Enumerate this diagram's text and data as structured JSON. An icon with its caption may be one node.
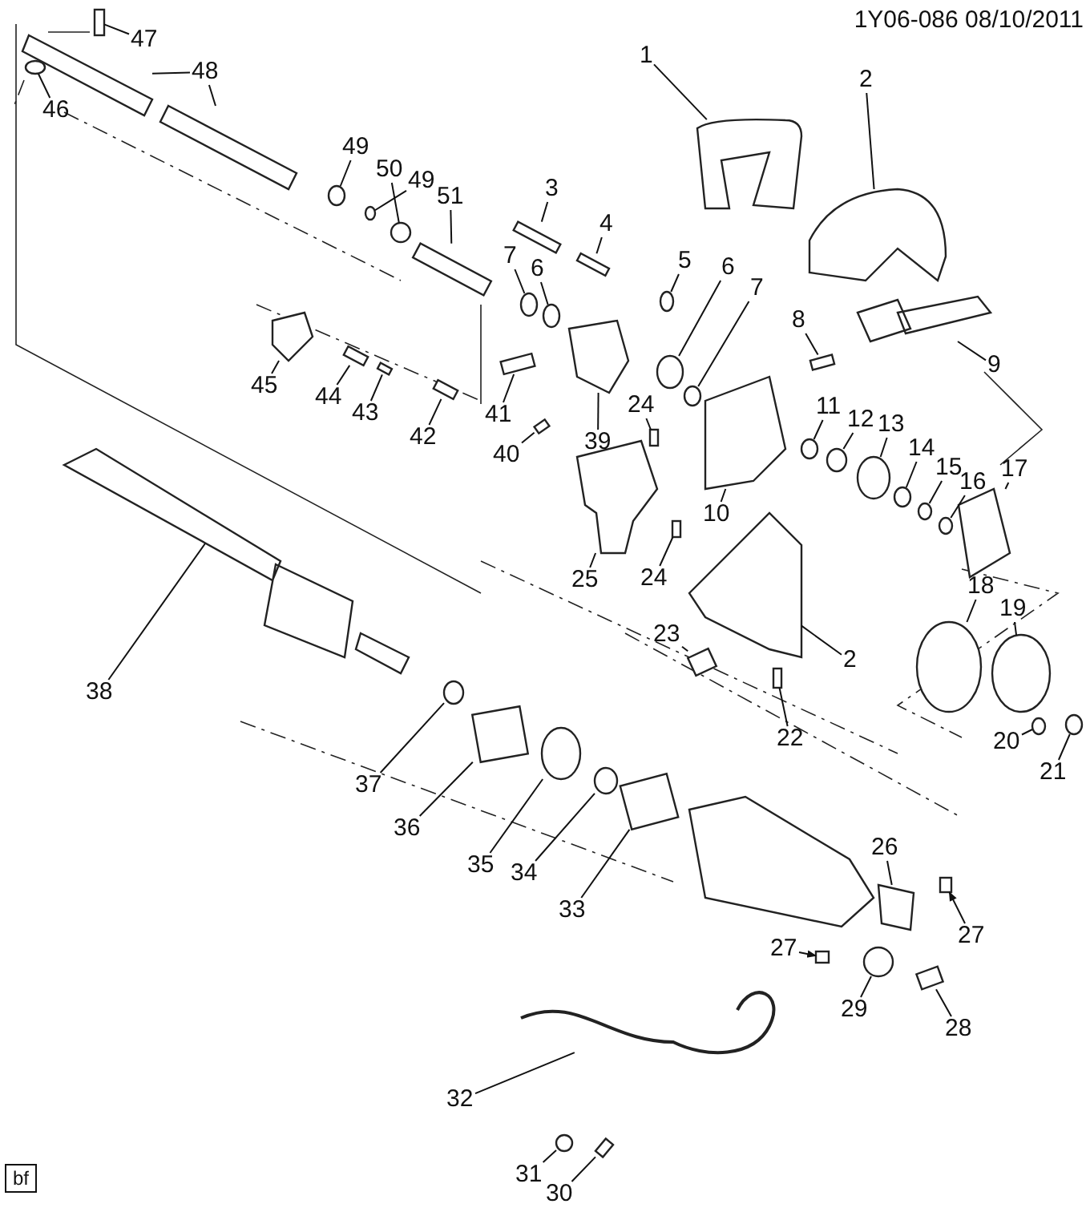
{
  "diagram": {
    "nodes": [
      {
        "text": [
          "1"
        ]
      },
      {
        "text": [
          "2"
        ]
      },
      {
        "text": [
          "3"
        ]
      },
      {
        "text": [
          "4"
        ]
      },
      {
        "text": [
          "5"
        ]
      },
      {
        "text": [
          "6"
        ]
      },
      {
        "text": [
          "7"
        ]
      },
      {
        "text": [
          "8"
        ]
      },
      {
        "text": [
          "9"
        ]
      },
      {
        "text": [
          "10"
        ]
      },
      {
        "text": [
          "11"
        ]
      },
      {
        "text": [
          "12"
        ]
      },
      {
        "text": [
          "13"
        ]
      },
      {
        "text": [
          "14"
        ]
      },
      {
        "text": [
          "15"
        ]
      },
      {
        "text": [
          "16"
        ]
      },
      {
        "text": [
          "17"
        ]
      },
      {
        "text": [
          "18"
        ]
      },
      {
        "text": [
          "19"
        ]
      },
      {
        "text": [
          "20"
        ]
      },
      {
        "text": [
          "21"
        ]
      },
      {
        "text": [
          "22"
        ]
      },
      {
        "text": [
          "23"
        ]
      },
      {
        "text": [
          "24"
        ]
      },
      {
        "text": [
          "24"
        ]
      },
      {
        "text": [
          "25"
        ]
      },
      {
        "text": [
          "26"
        ]
      },
      {
        "text": [
          "27"
        ]
      },
      {
        "text": [
          "27"
        ]
      },
      {
        "text": [
          "28"
        ]
      },
      {
        "text": [
          "29"
        ]
      },
      {
        "text": [
          "30"
        ]
      },
      {
        "text": [
          "31"
        ]
      },
      {
        "text": [
          "32"
        ]
      },
      {
        "text": [
          "33"
        ]
      },
      {
        "text": [
          "34"
        ]
      },
      {
        "text": [
          "35"
        ]
      },
      {
        "text": [
          "36"
        ]
      },
      {
        "text": [
          "37"
        ]
      },
      {
        "text": [
          "38"
        ]
      },
      {
        "text": [
          "39"
        ]
      },
      {
        "text": [
          "40"
        ]
      },
      {
        "text": [
          "41"
        ]
      },
      {
        "text": [
          "42"
        ]
      },
      {
        "text": [
          "43"
        ]
      },
      {
        "text": [
          "44"
        ]
      },
      {
        "text": [
          "45"
        ]
      },
      {
        "text": [
          "46"
        ]
      },
      {
        "text": [
          "47"
        ]
      },
      {
        "text": [
          "48"
        ]
      },
      {
        "text": [
          "49"
        ]
      },
      {
        "text": [
          "49"
        ]
      },
      {
        "text": [
          "50"
        ]
      },
      {
        "text": [
          "51"
        ]
      },
      {
        "text": [
          "7"
        ]
      },
      {
        "text": [
          "6"
        ]
      },
      {
        "text": [
          "2"
        ]
      },
      {
        "text": [],
        "shape": "picture"
      },
      {
        "text": [],
        "shape": "picture"
      },
      {
        "text": [],
        "shape": "box"
      },
      {
        "text": [],
        "shape": "box"
      },
      {
        "text": [],
        "shape": "circle"
      },
      {
        "text": [],
        "shape": "circle"
      },
      {
        "text": [],
        "shape": "circle"
      },
      {
        "text": [],
        "shape": "box"
      },
      {
        "text": [],
        "shape": "picture"
      },
      {
        "text": [],
        "shape": "picture"
      },
      {
        "text": [],
        "shape": "circle"
      },
      {
        "text": [],
        "shape": "circle"
      },
      {
        "text": [],
        "shape": "circle"
      },
      {
        "text": [],
        "shape": "circle"
      },
      {
        "text": [],
        "shape": "circle"
      },
      {
        "text": [],
        "shape": "circle"
      },
      {
        "text": [],
        "shape": "picture"
      },
      {
        "text": [],
        "shape": "circle"
      },
      {
        "text": [],
        "shape": "circle"
      },
      {
        "text": [],
        "shape": "circle"
      },
      {
        "text": [],
        "shape": "circle"
      },
      {
        "text": [],
        "shape": "box"
      },
      {
        "text": [],
        "shape": "box"
      },
      {
        "text": [],
        "shape": "box"
      },
      {
        "text": [],
        "shape": "box"
      },
      {
        "text": [],
        "shape": "picture"
      },
      {
        "text": [],
        "shape": "picture"
      },
      {
        "text": [],
        "shape": "box"
      },
      {
        "text": [],
        "shape": "box"
      },
      {
        "text": [],
        "shape": "box"
      },
      {
        "text": [],
        "shape": "circle"
      },
      {
        "text": [],
        "shape": "box"
      },
      {
        "text": [],
        "shape": "circle"
      },
      {
        "text": [],
        "shape": "picture"
      },
      {
        "text": [],
        "shape": "box"
      },
      {
        "text": [],
        "shape": "circle"
      },
      {
        "text": [],
        "shape": "circle"
      },
      {
        "text": [],
        "shape": "box"
      },
      {
        "text": [],
        "shape": "circle"
      },
      {
        "text": [],
        "shape": "picture"
      },
      {
        "text": [],
        "shape": "picture"
      },
      {
        "text": [],
        "shape": "box"
      },
      {
        "text": [],
        "shape": "box"
      },
      {
        "text": [],
        "shape": "box"
      },
      {
        "text": [],
        "shape": "box"
      },
      {
        "text": [],
        "shape": "box"
      },
      {
        "text": [],
        "shape": "picture"
      },
      {
        "text": [],
        "shape": "circle"
      },
      {
        "text": [],
        "shape": "box"
      },
      {
        "text": [],
        "shape": "picture"
      },
      {
        "text": [],
        "shape": "picture"
      },
      {
        "text": [],
        "shape": "circle"
      },
      {
        "text": [],
        "shape": "circle"
      },
      {
        "text": [],
        "shape": "circle"
      },
      {
        "text": [],
        "shape": "box"
      },
      {
        "text": [],
        "shape": "circle"
      },
      {
        "text": [],
        "shape": "circle"
      },
      {
        "text": [],
        "shape": "picture"
      }
    ],
    "edges": [
      {
        "from": 0,
        "to": 57,
        "arrow": "none"
      },
      {
        "from": 1,
        "to": 58,
        "arrow": "none"
      },
      {
        "from": 2,
        "to": 59,
        "arrow": "none"
      },
      {
        "from": 3,
        "to": 60,
        "arrow": "none"
      },
      {
        "from": 4,
        "to": 61,
        "arrow": "none"
      },
      {
        "from": 5,
        "to": 62,
        "arrow": "none"
      },
      {
        "from": 6,
        "to": 63,
        "arrow": "none"
      },
      {
        "from": 7,
        "to": 64,
        "arrow": "none"
      },
      {
        "from": 8,
        "to": 65,
        "arrow": "none"
      },
      {
        "from": 9,
        "to": 66,
        "arrow": "none"
      },
      {
        "from": 10,
        "to": 67,
        "arrow": "none"
      },
      {
        "from": 11,
        "to": 68,
        "arrow": "none"
      },
      {
        "from": 12,
        "to": 69,
        "arrow": "none"
      },
      {
        "from": 13,
        "to": 70,
        "arrow": "none"
      },
      {
        "from": 14,
        "to": 71,
        "arrow": "none"
      },
      {
        "from": 15,
        "to": 72,
        "arrow": "none"
      },
      {
        "from": 16,
        "to": 73,
        "arrow": "none"
      },
      {
        "from": 17,
        "to": 74,
        "arrow": "none"
      },
      {
        "from": 18,
        "to": 75,
        "arrow": "none"
      },
      {
        "from": 19,
        "to": 76,
        "arrow": "none"
      },
      {
        "from": 20,
        "to": 77,
        "arrow": "none"
      },
      {
        "from": 21,
        "to": 78,
        "arrow": "none"
      },
      {
        "from": 22,
        "to": 79,
        "arrow": "none"
      },
      {
        "from": 23,
        "to": 80,
        "arrow": "none"
      },
      {
        "from": 24,
        "to": 81,
        "arrow": "none"
      },
      {
        "from": 25,
        "to": 82,
        "arrow": "none"
      },
      {
        "from": 26,
        "to": 83,
        "arrow": "none"
      },
      {
        "from": 27,
        "to": 84,
        "arrow": "to"
      },
      {
        "from": 28,
        "to": 85,
        "arrow": "to"
      },
      {
        "from": 29,
        "to": 86,
        "arrow": "none"
      },
      {
        "from": 30,
        "to": 87,
        "arrow": "none"
      },
      {
        "from": 31,
        "to": 88,
        "arrow": "none"
      },
      {
        "from": 32,
        "to": 89,
        "arrow": "none"
      },
      {
        "from": 33,
        "to": 90,
        "arrow": "none"
      },
      {
        "from": 34,
        "to": 91,
        "arrow": "none"
      },
      {
        "from": 35,
        "to": 92,
        "arrow": "none"
      },
      {
        "from": 36,
        "to": 93,
        "arrow": "none"
      },
      {
        "from": 37,
        "to": 94,
        "arrow": "none"
      },
      {
        "from": 38,
        "to": 95,
        "arrow": "none"
      },
      {
        "from": 39,
        "to": 96,
        "arrow": "none"
      },
      {
        "from": 40,
        "to": 97,
        "arrow": "none"
      },
      {
        "from": 41,
        "to": 98,
        "arrow": "none"
      },
      {
        "from": 42,
        "to": 99,
        "arrow": "none"
      },
      {
        "from": 43,
        "to": 100,
        "arrow": "none"
      },
      {
        "from": 44,
        "to": 101,
        "arrow": "none"
      },
      {
        "from": 45,
        "to": 102,
        "arrow": "none"
      },
      {
        "from": 46,
        "to": 103,
        "arrow": "none"
      },
      {
        "from": 47,
        "to": 104,
        "arrow": "none"
      },
      {
        "from": 48,
        "to": 105,
        "arrow": "none"
      },
      {
        "from": 49,
        "to": 106,
        "arrow": "none"
      },
      {
        "from": 49,
        "to": 107,
        "arrow": "none"
      },
      {
        "from": 50,
        "to": 108,
        "arrow": "none"
      },
      {
        "from": 51,
        "to": 109,
        "arrow": "none"
      },
      {
        "from": 52,
        "to": 110,
        "arrow": "none"
      },
      {
        "from": 53,
        "to": 111,
        "arrow": "none"
      },
      {
        "from": 54,
        "to": 112,
        "arrow": "none"
      },
      {
        "from": 55,
        "to": 113,
        "arrow": "none"
      },
      {
        "from": 56,
        "to": 114,
        "arrow": "none"
      }
    ],
    "labels": [
      "1Y06-086 08/10/2011",
      "bf"
    ]
  }
}
